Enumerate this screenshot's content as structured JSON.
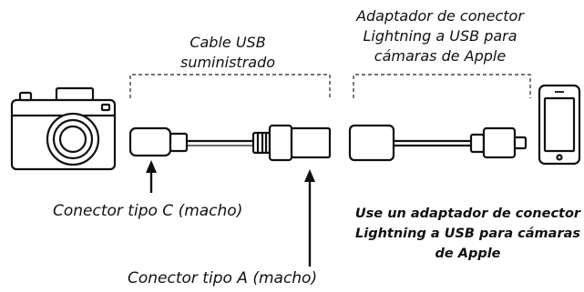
{
  "labels": {
    "cable": [
      "Cable USB",
      "suministrado"
    ],
    "adapter": [
      "Adaptador de conector",
      "Lightning a USB para",
      "cámaras de Apple"
    ],
    "type_c": "Conector tipo C (macho)",
    "type_a": "Conector tipo A (macho)"
  },
  "note": [
    "Use un adaptador de conector",
    "Lightning a USB para cámaras",
    "de Apple"
  ],
  "icons": [
    "camera-icon",
    "usb-c-connector-icon",
    "usb-a-connector-icon",
    "lightning-usb-adapter-icon",
    "smartphone-icon"
  ]
}
